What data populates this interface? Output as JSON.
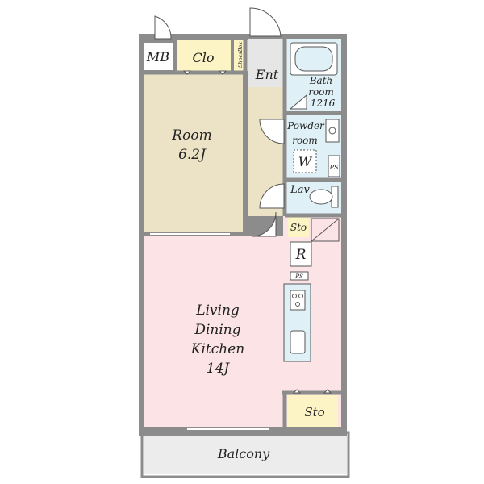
{
  "rooms": {
    "mb": "MB",
    "closet": "Clo",
    "shoes_box": "ShoesBox",
    "entrance": "Ent",
    "bathroom_l1": "Bath",
    "bathroom_l2": "room",
    "bathroom_l3": "1216",
    "room_l1": "Room",
    "room_l2": "6.2J",
    "powder_l1": "Powder",
    "powder_l2": "room",
    "washer": "W",
    "ps_upper": "PS",
    "lavatory": "Lav",
    "storage_upper": "Sto",
    "refrigerator": "R",
    "ps_lower": "PS",
    "ldk_l1": "Living",
    "ldk_l2": "Dining",
    "ldk_l3": "Kitchen",
    "ldk_l4": "14J",
    "storage_lower": "Sto",
    "balcony": "Balcony"
  },
  "colors": {
    "room_fill": "#ece3c7",
    "entrance_fill": "#e6e6e6",
    "closet_fill": "#fcf4c4",
    "wet_fill": "#dff1f7",
    "ldk_fill": "#fbe3e6",
    "balcony_fill": "#ececec",
    "wall": "#8c8c8c"
  }
}
